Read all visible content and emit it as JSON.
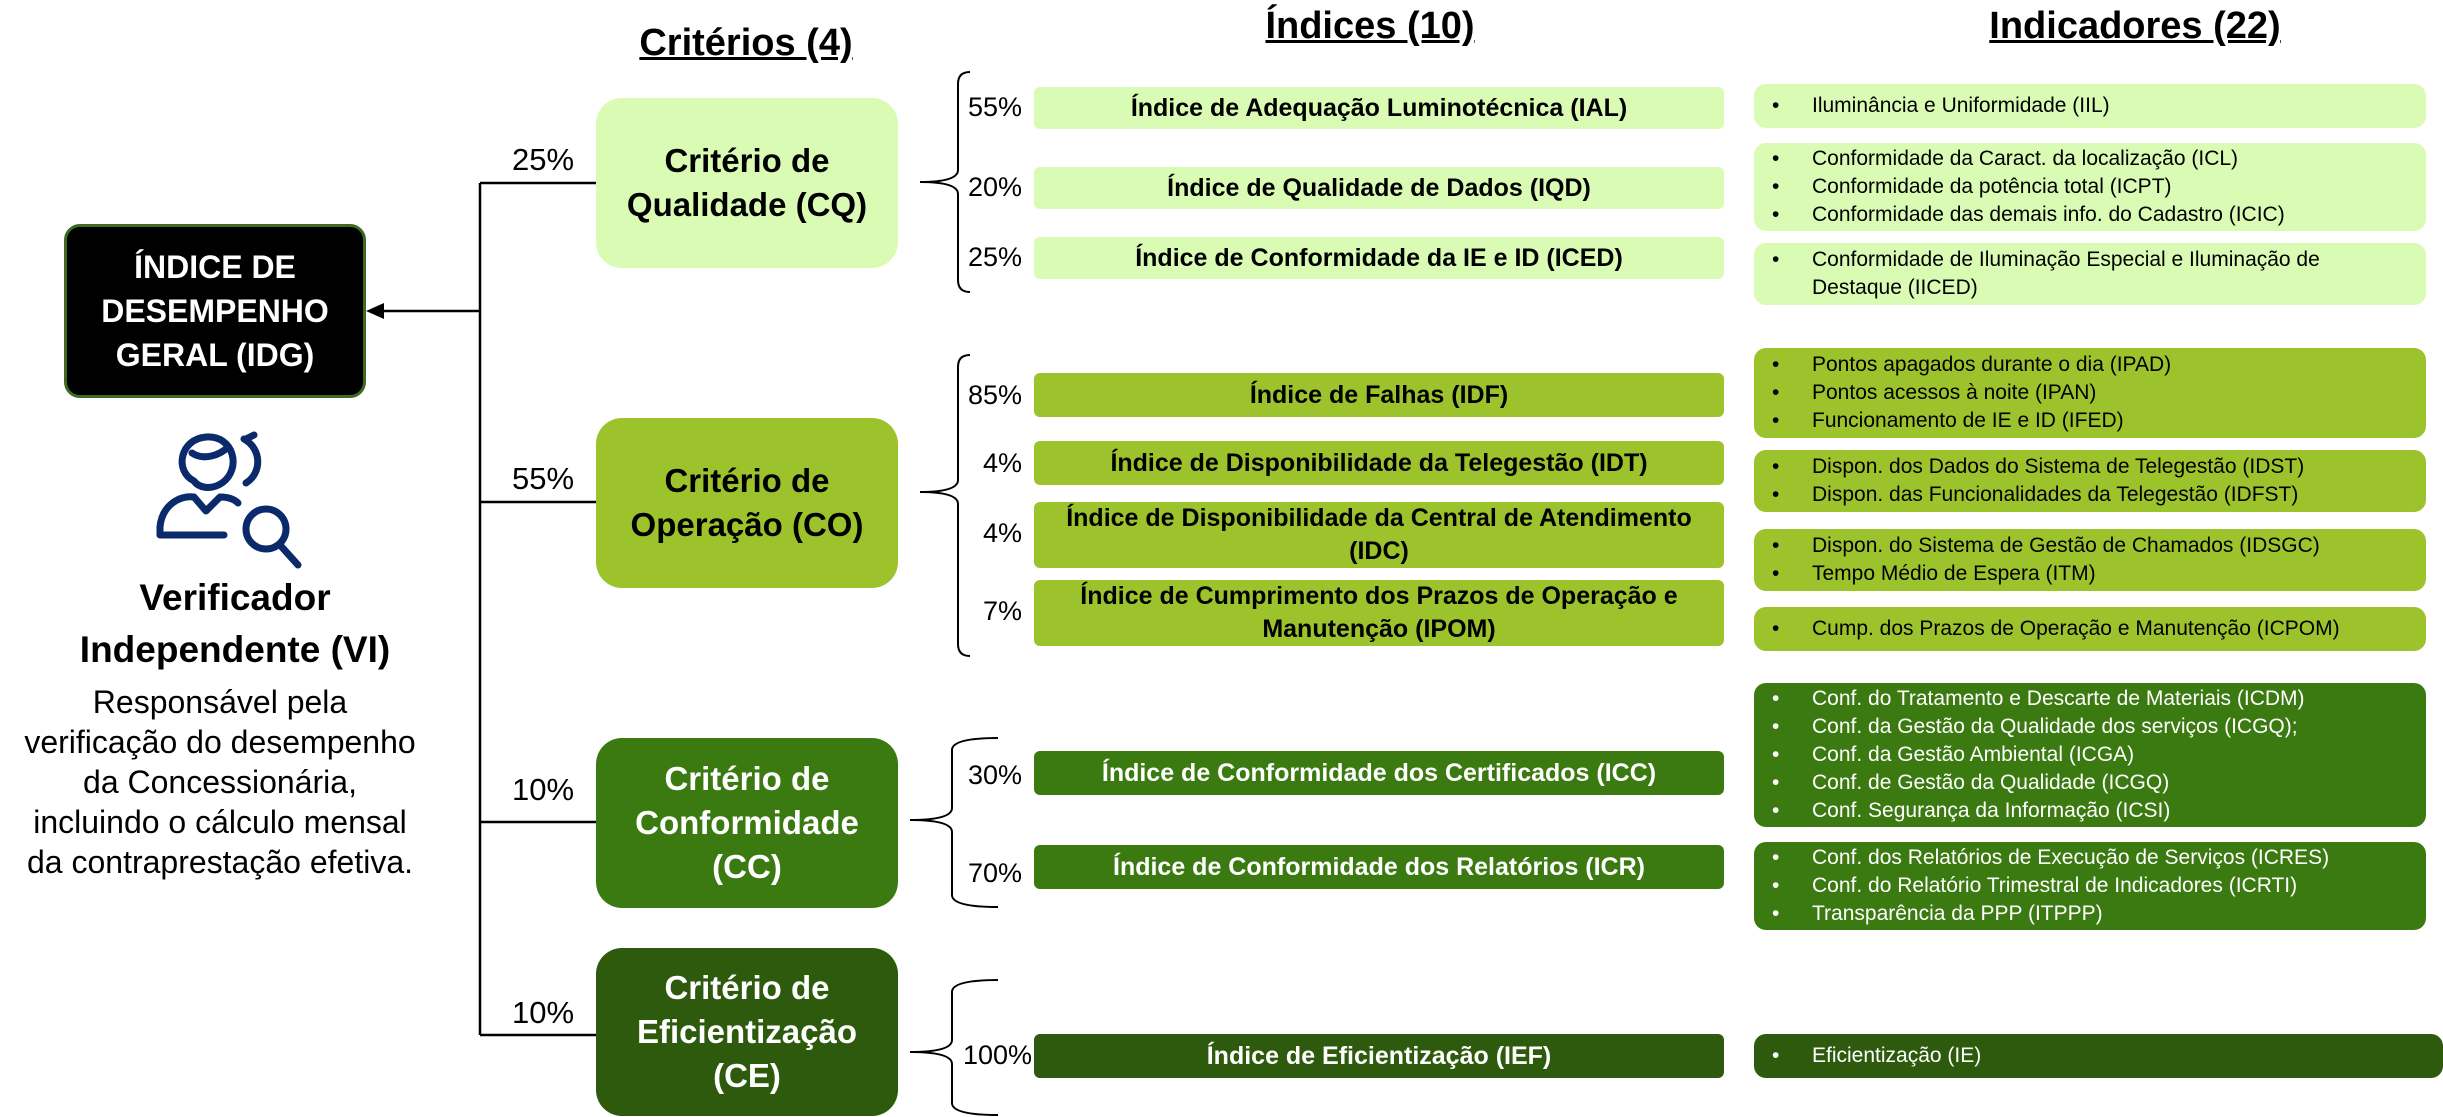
{
  "headers": {
    "criterios": "Critérios (4)",
    "indices": "Índices (10)",
    "indicadores": "Indicadores (22)"
  },
  "idg": {
    "line1": "ÍNDICE DE",
    "line2": "DESEMPENHO",
    "line3": "GERAL (IDG)"
  },
  "verifier": {
    "title1": "Verificador",
    "title2": "Independente (VI)",
    "desc": [
      "Responsável pela",
      "verificação do desempenho",
      "da Concessionária,",
      "incluindo o cálculo mensal",
      "da contraprestação efetiva."
    ],
    "icon": "person-search-icon"
  },
  "criteria": [
    {
      "pct": "25%",
      "line1": "Critério de",
      "line2": "Qualidade (CQ)"
    },
    {
      "pct": "55%",
      "line1": "Critério de",
      "line2": "Operação (CO)"
    },
    {
      "pct": "10%",
      "line1": "Critério de",
      "line2": "Conformidade",
      "line3": "(CC)"
    },
    {
      "pct": "10%",
      "line1": "Critério de",
      "line2": "Eficientização",
      "line3": "(CE)"
    }
  ],
  "indices": [
    {
      "pct": "55%",
      "l1": "Índice de Adequação Luminotécnica (IAL)"
    },
    {
      "pct": "20%",
      "l1": "Índice de Qualidade de Dados (IQD)"
    },
    {
      "pct": "25%",
      "l1": "Índice de Conformidade da IE e ID (ICED)"
    },
    {
      "pct": "85%",
      "l1": "Índice de Falhas (IDF)"
    },
    {
      "pct": "4%",
      "l1": "Índice de Disponibilidade da Telegestão (IDT)"
    },
    {
      "pct": "4%",
      "l1": "Índice de Disponibilidade da Central de Atendimento",
      "l2": "(IDC)"
    },
    {
      "pct": "7%",
      "l1": "Índice de Cumprimento dos Prazos de Operação e",
      "l2": "Manutenção (IPOM)"
    },
    {
      "pct": "30%",
      "l1": "Índice de Conformidade dos Certificados (ICC)"
    },
    {
      "pct": "70%",
      "l1": "Índice de Conformidade dos Relatórios (ICR)"
    },
    {
      "pct": "100%",
      "l1": "Índice de Eficientização (IEF)"
    }
  ],
  "indicators": [
    [
      "Iluminância e Uniformidade (IIL)"
    ],
    [
      "Conformidade da Caract. da localização (ICL)",
      "Conformidade da potência total (ICPT)",
      "Conformidade das demais info. do Cadastro (ICIC)"
    ],
    [
      "Conformidade de Iluminação Especial e Iluminação de",
      "Destaque (IICED)"
    ],
    [
      "Pontos apagados durante o dia (IPAD)",
      "Pontos acessos à noite (IPAN)",
      "Funcionamento de IE e ID (IFED)"
    ],
    [
      "Dispon. dos Dados do Sistema de Telegestão (IDST)",
      "Dispon. das Funcionalidades da Telegestão (IDFST)"
    ],
    [
      "Dispon. do Sistema de Gestão de Chamados (IDSGC)",
      " Tempo Médio de Espera (ITM)"
    ],
    [
      "Cump. dos Prazos de Operação e Manutenção (ICPOM)"
    ],
    [
      "Conf. do Tratamento e Descarte de Materiais (ICDM)",
      "Conf. da Gestão da Qualidade dos serviços (ICGQ);",
      "Conf. da Gestão Ambiental (ICGA)",
      "Conf. de Gestão da Qualidade (ICGQ)",
      "Conf. Segurança da Informação (ICSI)"
    ],
    [
      "Conf. dos Relatórios de Execução de Serviços (ICRES)",
      "Conf. do Relatório Trimestral de Indicadores (ICRTI)",
      "Transparência da PPP (ITPPP)"
    ],
    [
      "Eficientização (IE)"
    ]
  ],
  "colors": {
    "light": "#d9fbb4",
    "medium": "#9dc32c",
    "dark": "#3b7a10",
    "darkest": "#2d5a0c",
    "idg_border": "#3d6b1f",
    "icon": "#0b2a6b"
  }
}
